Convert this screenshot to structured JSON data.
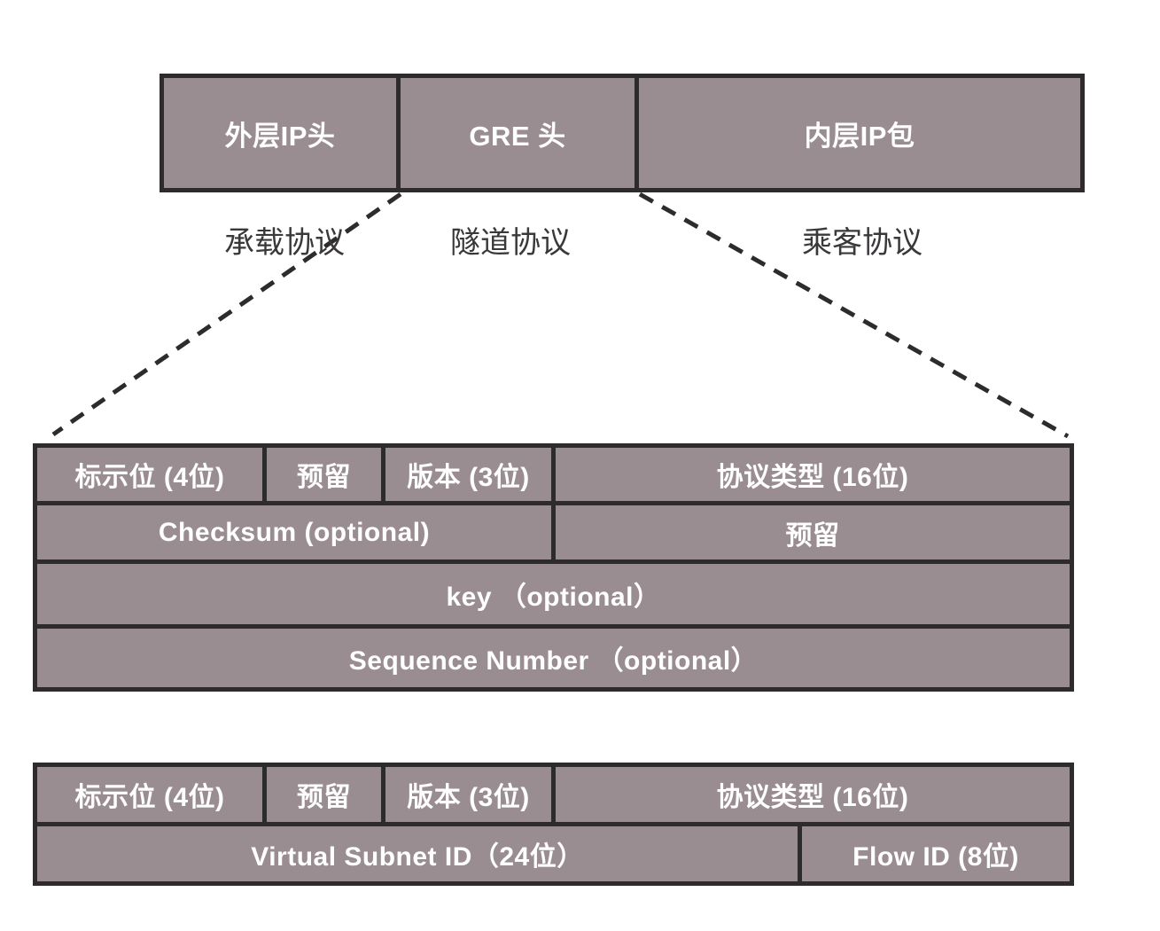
{
  "colors": {
    "cell_fill": "#9a8d92",
    "border": "#2e2b2c",
    "cell_text": "#fefefe",
    "label_text": "#3a383a"
  },
  "packet_row": {
    "outer_ip": "外层IP头",
    "gre": "GRE 头",
    "inner_ip": "内层IP包"
  },
  "protocol_labels": {
    "carrier": "承载协议",
    "tunnel": "隧道协议",
    "passenger": "乘客协议"
  },
  "gre_header_table": {
    "row1": {
      "flags": "标示位 (4位)",
      "reserved": "预留",
      "version": "版本 (3位)",
      "protocol_type": "协议类型 (16位)"
    },
    "row2": {
      "checksum": "Checksum (optional)",
      "reserved": "预留"
    },
    "row3": {
      "key": "key （optional）"
    },
    "row4": {
      "sequence": "Sequence Number （optional）"
    }
  },
  "nvgre_header_table": {
    "row1": {
      "flags": "标示位 (4位)",
      "reserved": "预留",
      "version": "版本 (3位)",
      "protocol_type": "协议类型 (16位)"
    },
    "row2": {
      "vsid": "Virtual Subnet ID（24位）",
      "flow_id": "Flow ID (8位)"
    }
  }
}
